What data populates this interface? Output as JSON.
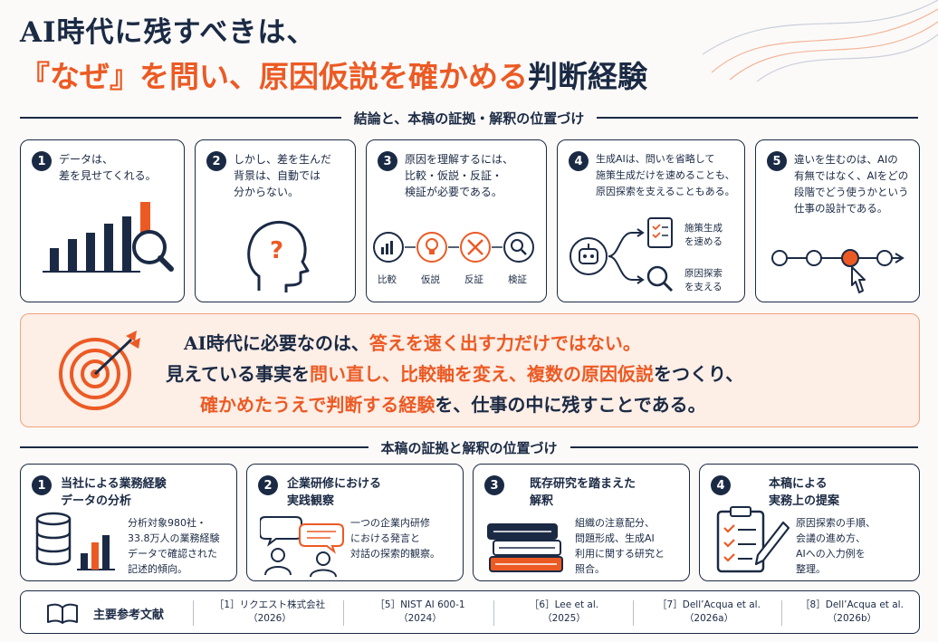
{
  "title": {
    "line1": "AI時代に残すべきは、",
    "line2_a": "『なぜ』を問い、原因仮説を確かめる",
    "line2_b": "判断経験"
  },
  "section1": "結論と、本稿の証拠・解釈の位置づけ",
  "cards": [
    {
      "num": "1",
      "text": "データは、\n差を見せてくれる。"
    },
    {
      "num": "2",
      "text": "しかし、差を生んだ\n背景は、自動では\n分からない。"
    },
    {
      "num": "3",
      "text": "原因を理解するには、\n比較・仮説・反証・\n検証が必要である。",
      "steps": [
        "比較",
        "仮説",
        "反証",
        "検証"
      ]
    },
    {
      "num": "4",
      "text": "生成AIは、問いを省略して\n施策生成だけを速めることも、\n原因探索を支えることもある。",
      "branch_top": "施策生成\nを速める",
      "branch_bottom": "原因探索\nを支える"
    },
    {
      "num": "5",
      "text": "違いを生むのは、AIの\n有無ではなく、AIをどの\n段階でどう使うかという\n仕事の設計である。"
    }
  ],
  "banner": {
    "l1_a": "AI時代に必要なのは、",
    "l1_b": "答えを速く出す力だけではない。",
    "l2_a": "見えている事実を",
    "l2_b": "問い直し、比較軸を変え、複数の原因仮説",
    "l2_c": "をつくり、",
    "l3_a": "確かめたうえで判断する経験",
    "l3_b": "を、仕事の中に残す",
    "l3_c": "ことである。"
  },
  "section2": "本稿の証拠と解釈の位置づけ",
  "bottom_cards": [
    {
      "num": "1",
      "title": "当社による業務経験\nデータの分析",
      "desc": "分析対象980社・\n33.8万人の業務経験\nデータで確認された\n記述的傾向。"
    },
    {
      "num": "2",
      "title": "企業研修における\n実践観察",
      "desc": "一つの企業内研修\nにおける発言と\n対話の探索的観察。"
    },
    {
      "num": "3",
      "title": "既存研究を踏まえた\n解釈",
      "desc": "組織の注意配分、\n問題形成、生成AI\n利用に関する研究と\n照合。"
    },
    {
      "num": "4",
      "title": "本稿による\n実務上の提案",
      "desc": "原因探索の手順、\n会議の進め方、\nAIへの入力例を\n整理。"
    }
  ],
  "references": {
    "heading": "主要参考文献",
    "items": [
      {
        "l1": "［1］リクエスト株式会社",
        "l2": "（2026）"
      },
      {
        "l1": "［5］NIST AI 600-1",
        "l2": "（2024）"
      },
      {
        "l1": "［6］Lee et al.",
        "l2": "（2025）"
      },
      {
        "l1": "［7］Dell’Acqua et al.",
        "l2": "（2026a）"
      },
      {
        "l1": "［8］Dell’Acqua et al.",
        "l2": "（2026b）"
      }
    ]
  },
  "colors": {
    "navy": "#1b2a44",
    "orange": "#ec5a24",
    "banner_bg": "#fdeee6"
  }
}
